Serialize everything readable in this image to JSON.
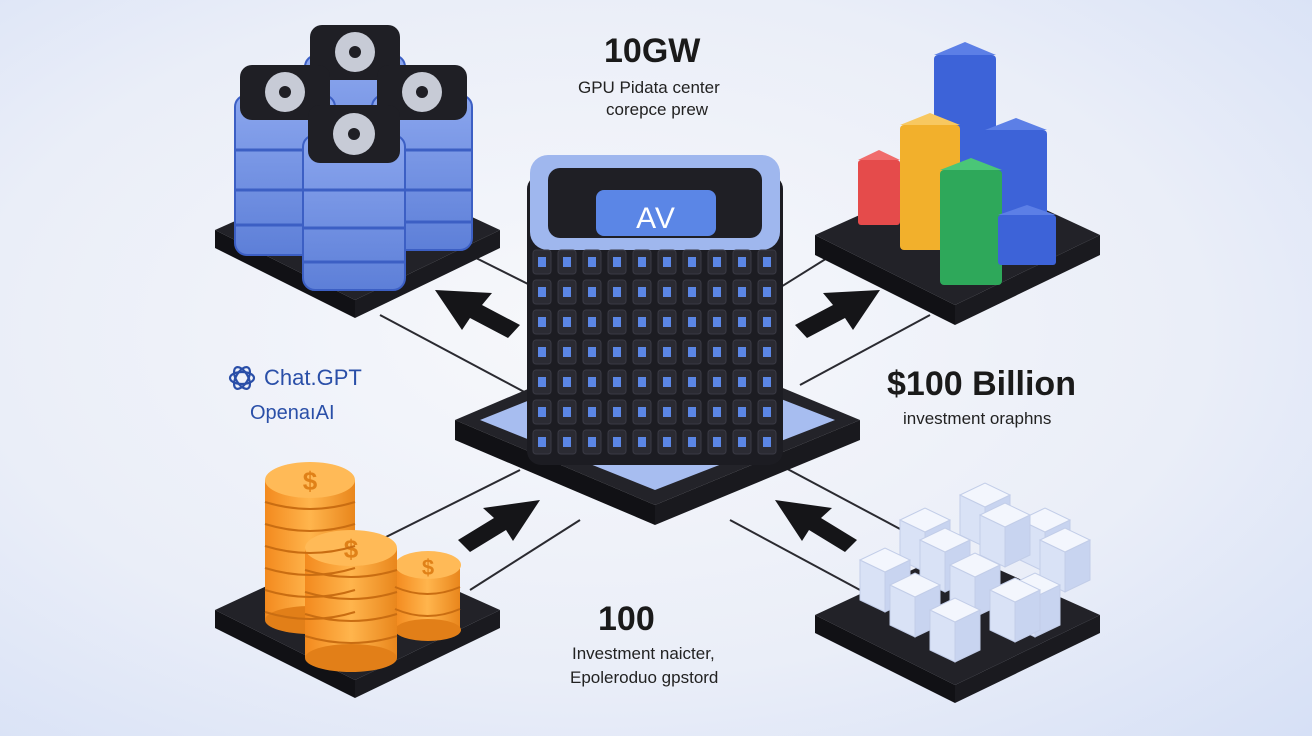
{
  "center": {
    "chip_label": "AV"
  },
  "top_stat": {
    "value": "10GW",
    "line1": "GPU Pidata center",
    "line2": "corepce prew"
  },
  "right_stat": {
    "value": "$100 Billion",
    "line1": "investment oraphns"
  },
  "bottom_stat": {
    "value": "100",
    "line1": "Investment naicter,",
    "line2": "Epoleroduo gpstord"
  },
  "brand": {
    "name": "Chat.GPT",
    "sub": "OpenaıAI",
    "icon": "openai-knot-icon"
  },
  "colors": {
    "server_blue": "#6f8fe0",
    "tower_dark": "#1c1c22",
    "platform": "#222228",
    "coin_orange": "#f6a23a",
    "bar_blue": "#3d63d8",
    "bar_yellow": "#f2b02c",
    "bar_red": "#e54b4b",
    "bar_green": "#2ea85a",
    "cube_light": "#dfe6f7"
  }
}
